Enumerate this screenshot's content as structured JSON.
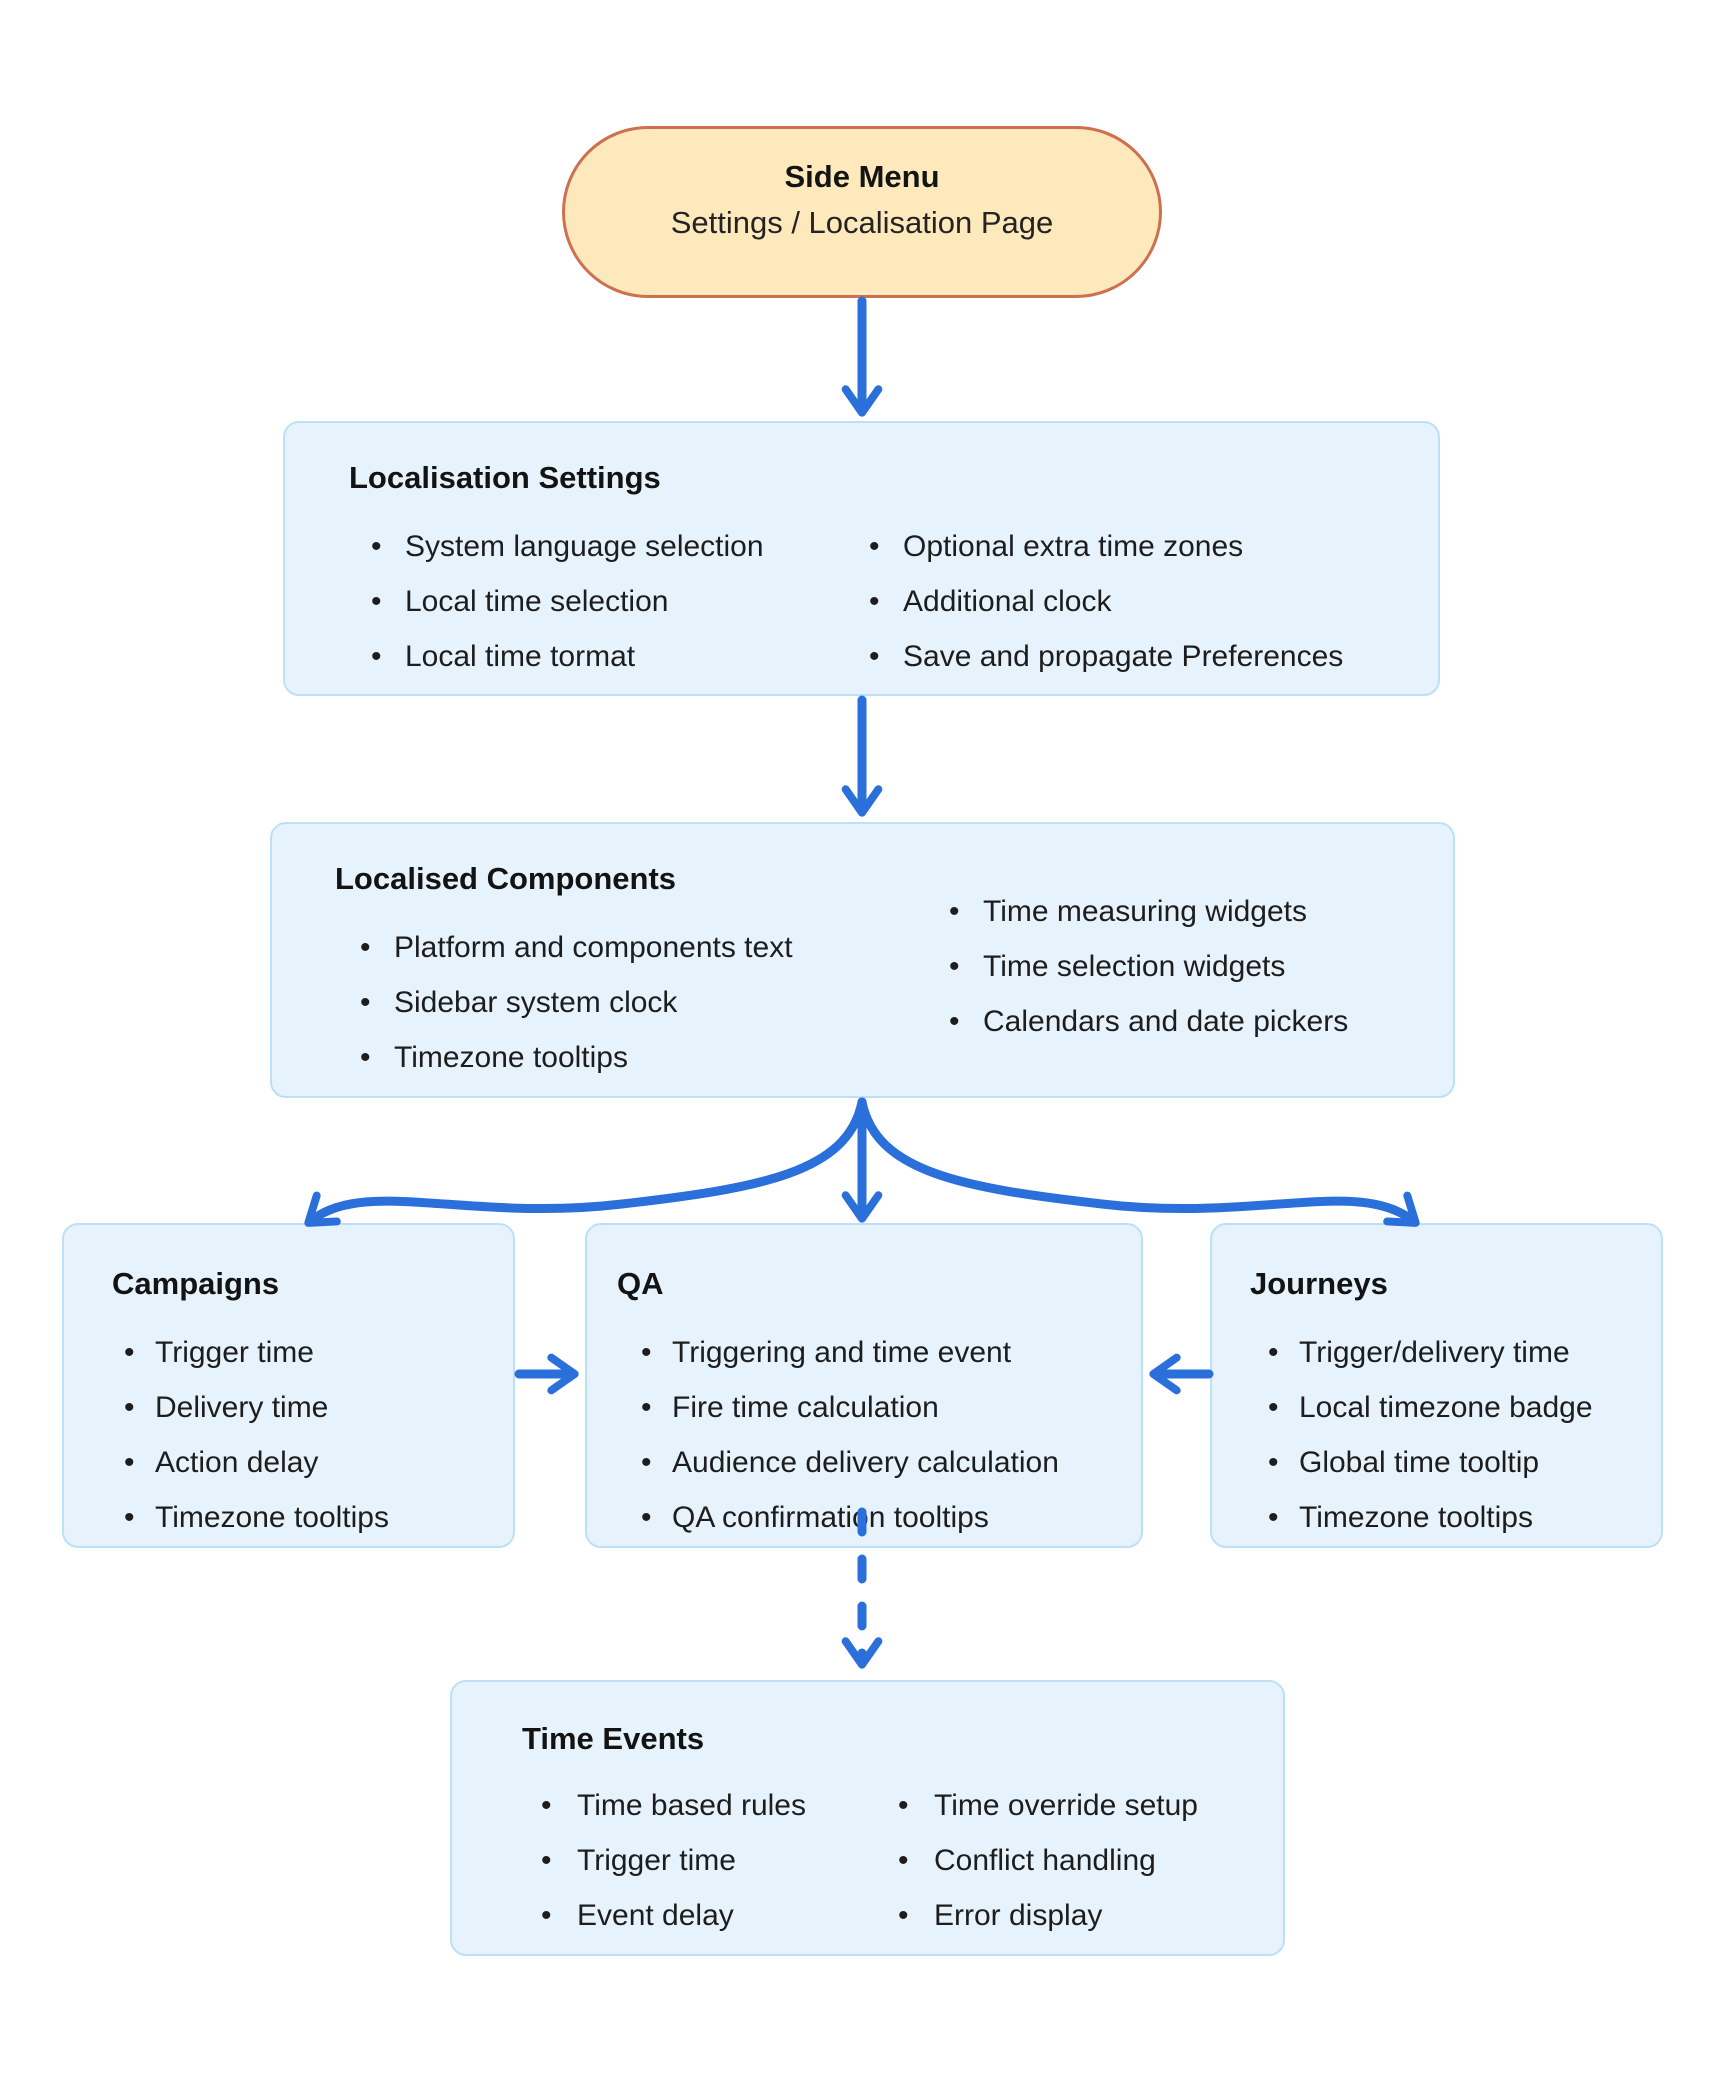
{
  "palette": {
    "arrow_blue": "#2B6FDB",
    "box_fill": "#E7F3FC",
    "box_border": "#BDE0F6",
    "pill_fill": "#FDE9BC",
    "pill_border": "#CE6F4E",
    "text": "#1D1D1D"
  },
  "nodes": {
    "side_menu": {
      "title": "Side Menu",
      "subtitle": "Settings / Localisation Page"
    },
    "localisation_settings": {
      "title": "Localisation Settings",
      "left_items": [
        "System language selection",
        "Local time selection",
        "Local time tormat"
      ],
      "right_items": [
        "Optional extra time zones",
        "Additional clock",
        "Save and propagate Preferences"
      ]
    },
    "localised_components": {
      "title": "Localised Components",
      "left_items": [
        "Platform and components text",
        "Sidebar system clock",
        "Timezone tooltips"
      ],
      "right_items": [
        "Time measuring widgets",
        "Time selection widgets",
        "Calendars and date pickers"
      ]
    },
    "campaigns": {
      "title": "Campaigns",
      "items": [
        "Trigger time",
        "Delivery time",
        "Action delay",
        "Timezone tooltips"
      ]
    },
    "qa": {
      "title": "QA",
      "items": [
        "Triggering and time event",
        "Fire time calculation",
        "Audience delivery calculation",
        "QA confirmation tooltips"
      ]
    },
    "journeys": {
      "title": "Journeys",
      "items": [
        "Trigger/delivery time",
        "Local timezone badge",
        "Global time tooltip",
        "Timezone tooltips"
      ]
    },
    "time_events": {
      "title": "Time Events",
      "left_items": [
        "Time based rules",
        "Trigger time",
        "Event delay"
      ],
      "right_items": [
        "Time override setup",
        "Conflict handling",
        "Error display"
      ]
    }
  },
  "edges": [
    {
      "from": "side_menu",
      "to": "localisation_settings",
      "style": "solid"
    },
    {
      "from": "localisation_settings",
      "to": "localised_components",
      "style": "solid"
    },
    {
      "from": "localised_components",
      "to": "campaigns",
      "style": "solid-curve"
    },
    {
      "from": "localised_components",
      "to": "qa",
      "style": "solid"
    },
    {
      "from": "localised_components",
      "to": "journeys",
      "style": "solid-curve"
    },
    {
      "from": "campaigns",
      "to": "qa",
      "style": "solid"
    },
    {
      "from": "journeys",
      "to": "qa",
      "style": "solid"
    },
    {
      "from": "qa",
      "to": "time_events",
      "style": "dashed"
    }
  ]
}
